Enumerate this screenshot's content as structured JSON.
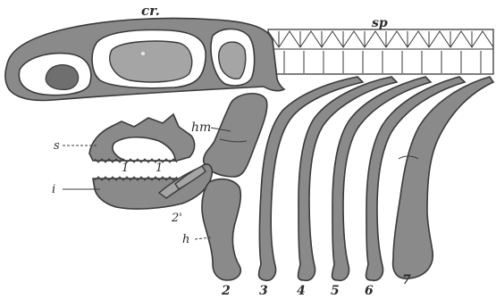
{
  "labels": {
    "cranium": "cr.",
    "spinal": "sp",
    "hyomandibular": "hm",
    "upper_jaw": "s",
    "lower_jaw": "i",
    "arch_top": "1",
    "arch_bottom": "1",
    "second_arch": "2'",
    "hyoid": "h",
    "arch_2": "2",
    "arch_3": "3",
    "arch_4": "4",
    "arch_5": "5",
    "arch_6": "6",
    "arch_7": "7"
  }
}
